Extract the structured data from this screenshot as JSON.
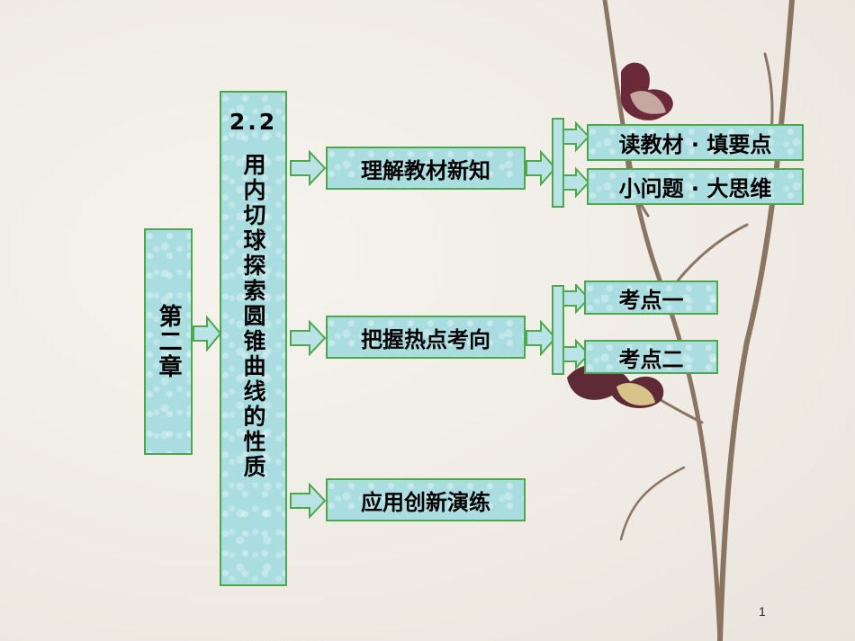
{
  "chapter": {
    "label": "第二章"
  },
  "section": {
    "number": "2.2",
    "title": "用内切球探索圆锥曲线的性质"
  },
  "level2": [
    {
      "label": "理解教材新知"
    },
    {
      "label": "把握热点考向"
    },
    {
      "label": "应用创新演练"
    }
  ],
  "level3": {
    "group1": [
      {
        "label": "读教材 · 填要点"
      },
      {
        "label": "小问题 · 大思维"
      }
    ],
    "group2": [
      {
        "label": "考点一"
      },
      {
        "label": "考点二"
      }
    ]
  },
  "page_number": "1",
  "colors": {
    "box_fill": "#a9dde0",
    "box_border": "#4ca84a",
    "arrow_fill": "#b9e3e6"
  }
}
